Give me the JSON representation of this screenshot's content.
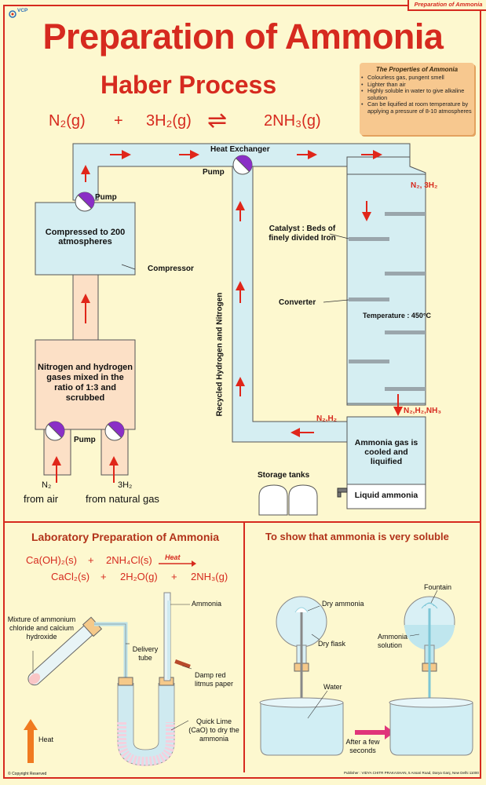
{
  "header": {
    "corner_tag": "Preparation of Ammonia",
    "logo_text": "VCP",
    "title": "Preparation of Ammonia",
    "subtitle": "Haber Process"
  },
  "equation": {
    "left1": "N₂(g)",
    "plus": "+",
    "left2": "3H₂(g)",
    "arrow": "⇌",
    "right": "2NH₃(g)"
  },
  "properties": {
    "title": "The Properties of Ammonia",
    "items": [
      "Colourless gas, pungent smell",
      "Lighter than air",
      "Highly soluble in water to give alkaline solution",
      "Can be liquified at room temperature by applying a pressure of 8-10 atmospheres"
    ]
  },
  "haber": {
    "heat_exchanger": "Heat Exchanger",
    "pump_right": "Pump",
    "pump_top": "Pump",
    "pump_bottom": "Pump",
    "compressor_box": "Compressed to 200 atmospheres",
    "compressor_label": "Compressor",
    "mixing_box": "Nitrogen and hydrogen gases mixed in the ratio of 1:3 and scrubbed",
    "n2": "N₂",
    "from_air": "from air",
    "h2": "3H₂",
    "from_gas": "from natural gas",
    "recycled": "Recycled Hydrogen and Nitrogen",
    "inlet": "N₂, 3H₂",
    "catalyst": "Catalyst : Beds of finely divided Iron",
    "converter": "Converter",
    "temperature": "Temperature : 450°C",
    "outlet": "N₂,H₂,NH₃",
    "recycle_label": "N₂,H₂",
    "cooling_box": "Ammonia gas is cooled and liquified",
    "storage": "Storage tanks",
    "liquid": "Liquid ammonia"
  },
  "lab": {
    "title": "Laboratory Preparation of Ammonia",
    "eq1_a": "Ca(OH)₂(s)",
    "eq1_plus": "+",
    "eq1_b": "2NH₄Cl(s)",
    "eq_heat": "Heat",
    "eq2_a": "CaCl₂(s)",
    "eq2_plus1": "+",
    "eq2_b": "2H₂O(g)",
    "eq2_plus2": "+",
    "eq2_c": "2NH₃(g)",
    "mixture": "Mixture of ammonium chloride and calcium hydroxide",
    "delivery": "Delivery tube",
    "ammonia": "Ammonia",
    "litmus": "Damp red litmus paper",
    "quicklime": "Quick Lime (CaO) to dry the ammonia",
    "heat": "Heat"
  },
  "soluble": {
    "title": "To show that ammonia is very soluble",
    "dry_ammonia": "Dry ammonia",
    "dry_flask": "Dry flask",
    "fountain": "Fountain",
    "solution": "Ammonia solution",
    "water": "Water",
    "after": "After a few seconds"
  },
  "footer": {
    "copyright": "© Copyright Reserved",
    "publisher": "Publisher : VIDYA CHITR PRAKASHAN, 5 Ansari Road, Darya Ganj, New Delhi 110002"
  },
  "colors": {
    "poster_bg": "#fdf8cf",
    "accent_red": "#d62a1f",
    "pipe_blue": "#d5eef2",
    "source_orange": "#fce0c6",
    "props_bg": "#f7c88f",
    "pump_purple": "#8a2ec6"
  }
}
